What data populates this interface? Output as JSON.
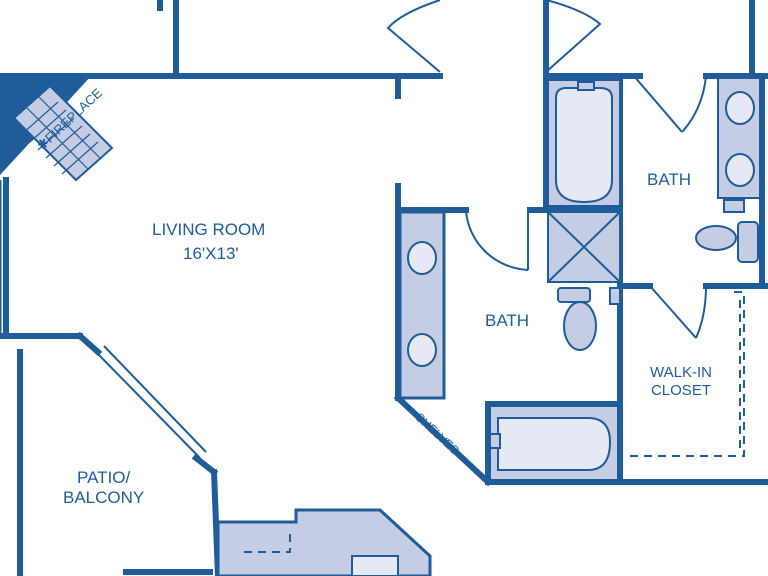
{
  "labels": {
    "fireplace": "✱FIREPLACE",
    "living_room": "LIVING ROOM",
    "living_room_size": "16'X13'",
    "bath_master": "BATH",
    "bath_second": "BATH",
    "walkin_line1": "WALK-IN",
    "walkin_line2": "CLOSET",
    "patio_line1": "PATIO/",
    "patio_line2": "BALCONY",
    "shelves": "SHELVES"
  },
  "colors": {
    "wall": "#1f5c99",
    "fixture_fill": "#c4cde3",
    "background": "#ffffff"
  }
}
